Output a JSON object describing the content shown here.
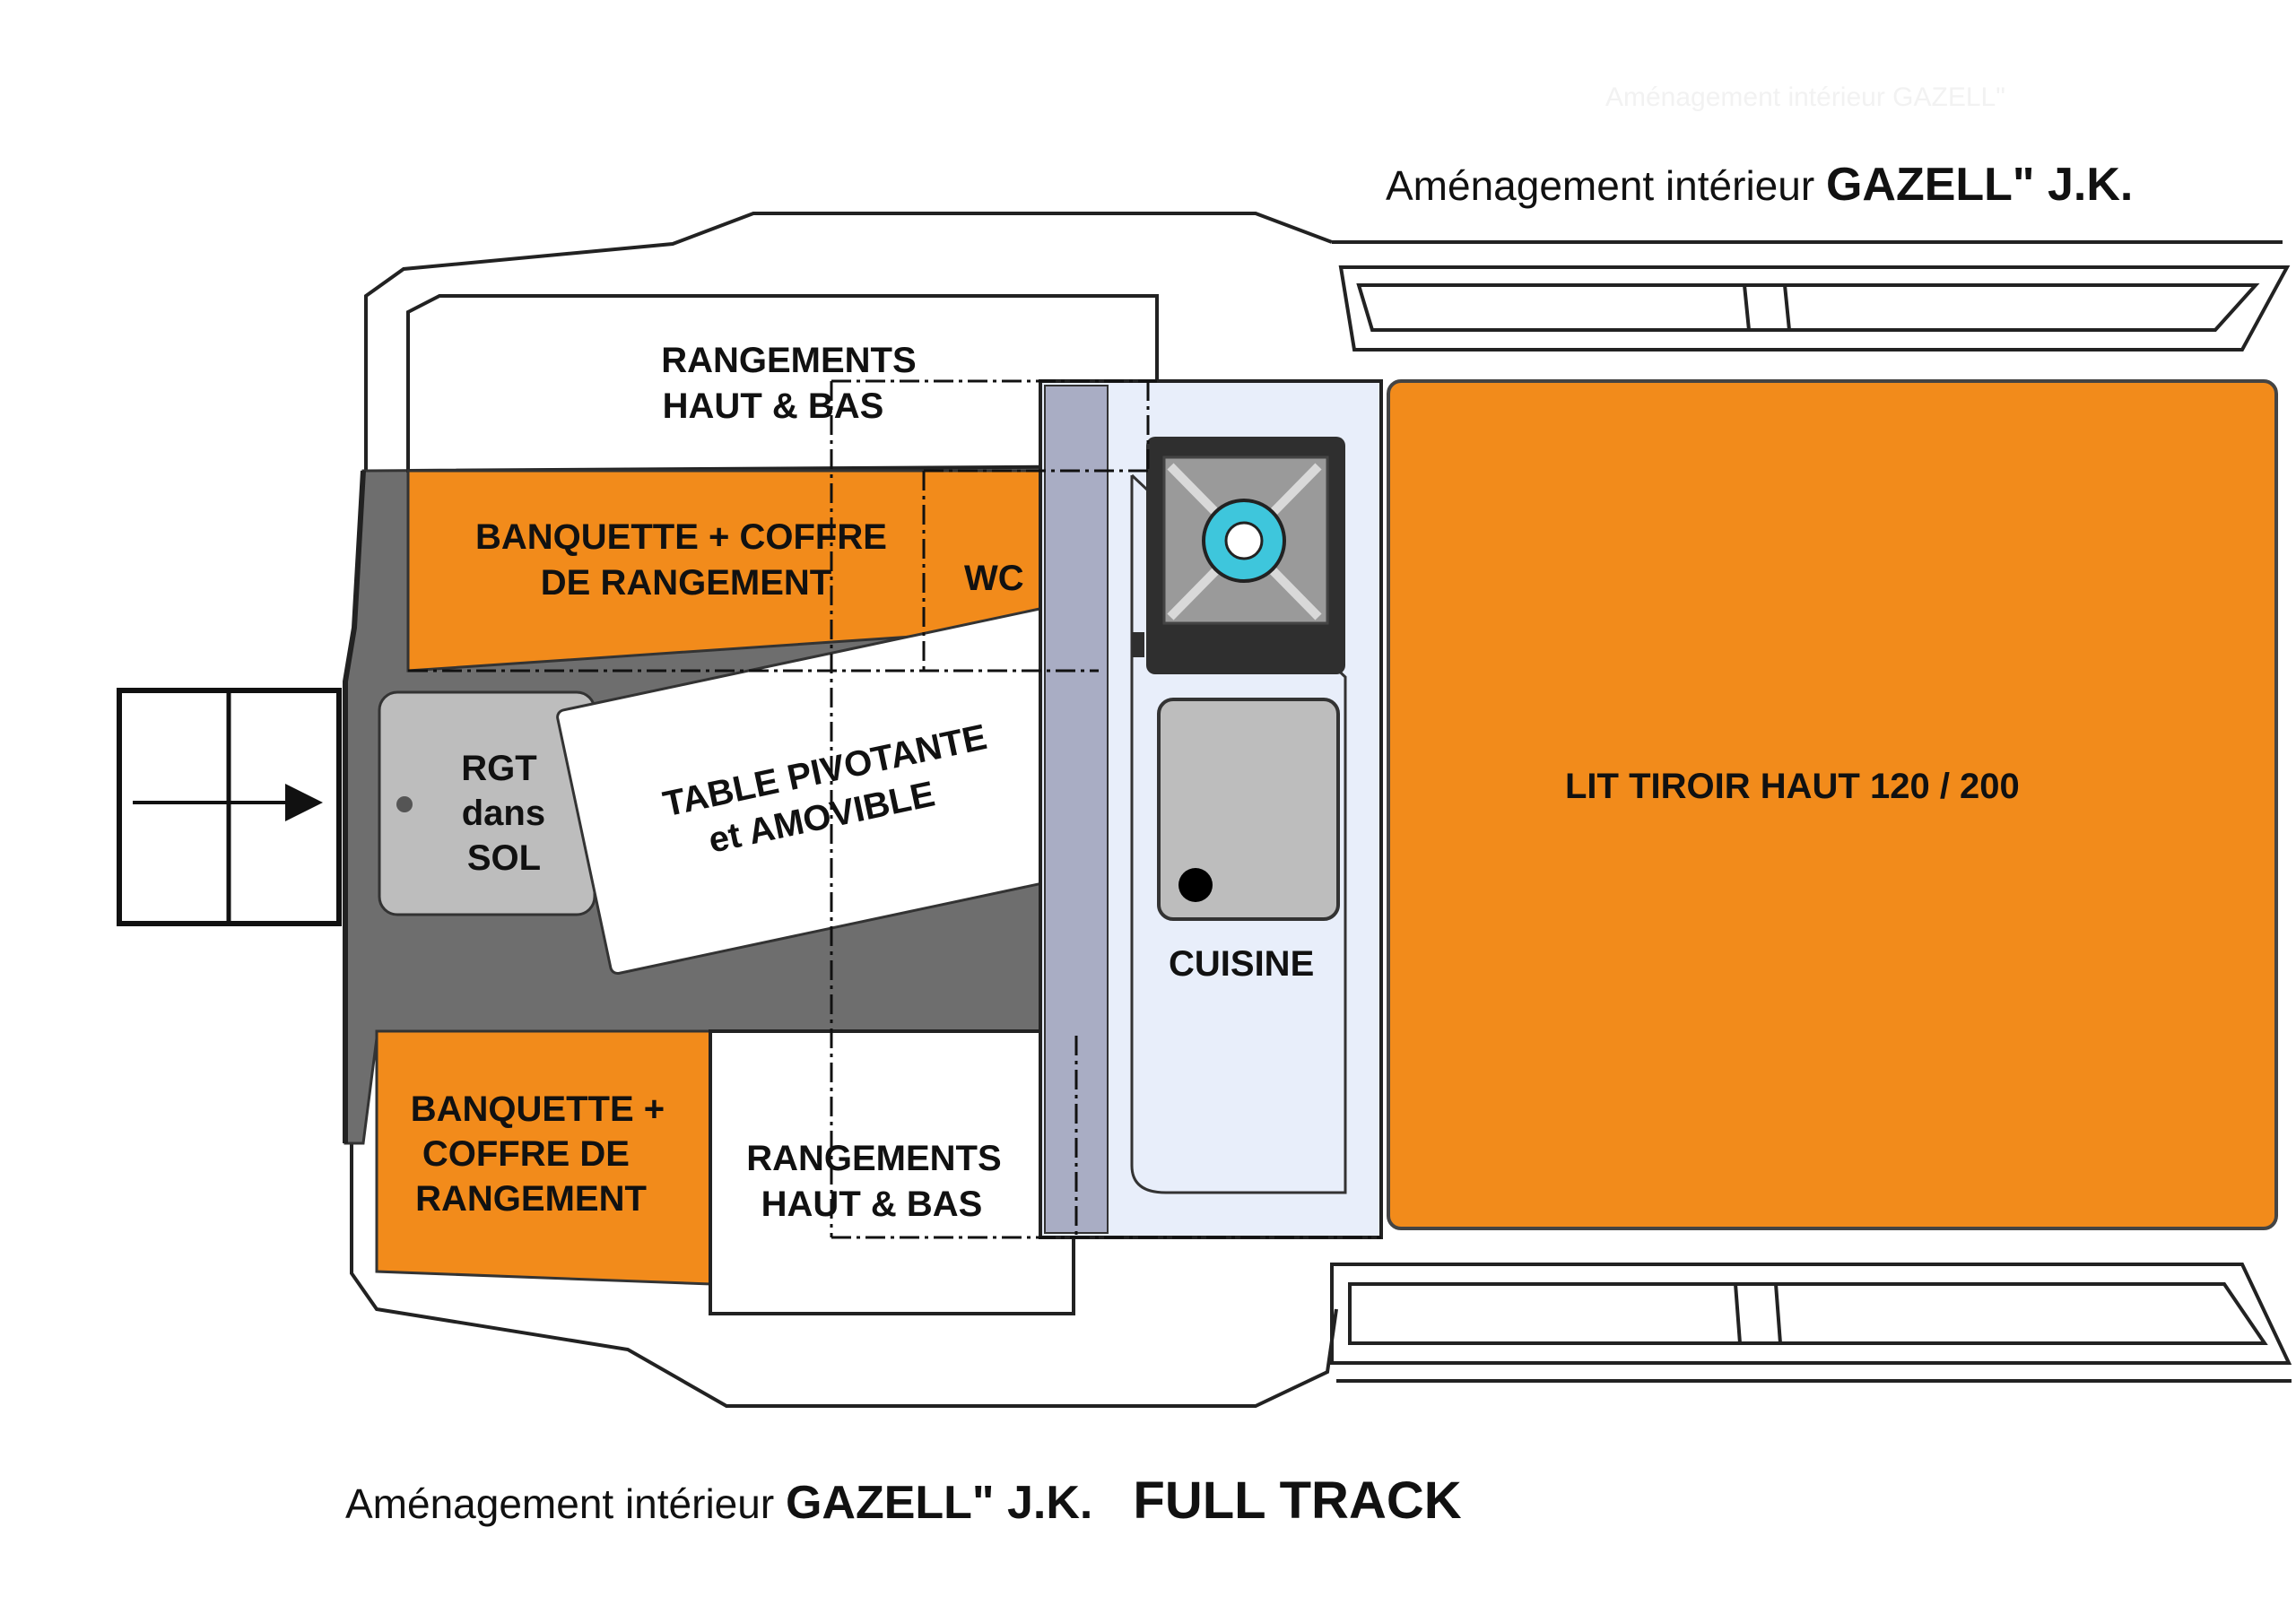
{
  "ghost_title": "Aménagement intérieur GAZELL\"",
  "title_top": {
    "prefix": "Aménagement intérieur ",
    "name": "GAZELL\" J.K."
  },
  "title_bottom": {
    "prefix": "Aménagement intérieur ",
    "name": "GAZELL\" J.K.",
    "suffix": "FULL TRACK"
  },
  "zones": {
    "storage_top": {
      "line1": "RANGEMENTS",
      "line2": "HAUT & BAS"
    },
    "bench_top": {
      "line1": "BANQUETTE + COFFRE",
      "line2": "DE RANGEMENT"
    },
    "wc": "WC",
    "floor_storage": {
      "line1": "RGT",
      "line2": "dans",
      "line3": "SOL"
    },
    "table": {
      "line1": "TABLE PIVOTANTE",
      "line2": "et AMOVIBLE"
    },
    "bench_bottom": {
      "line1": "BANQUETTE +",
      "line2": "COFFRE DE",
      "line3": "RANGEMENT"
    },
    "storage_bottom": {
      "line1": "RANGEMENTS",
      "line2": "HAUT & BAS"
    },
    "kitchen": "CUISINE",
    "bed": "LIT TIROIR HAUT  120 / 200"
  },
  "colors": {
    "orange": "#f28b1b",
    "floor": "#6e6e6e",
    "light_grey": "#bdbdbd",
    "kitchen_blue": "#e8eefa",
    "kitchen_edge": "#a9adc4",
    "burner": "#3ec6dc"
  }
}
